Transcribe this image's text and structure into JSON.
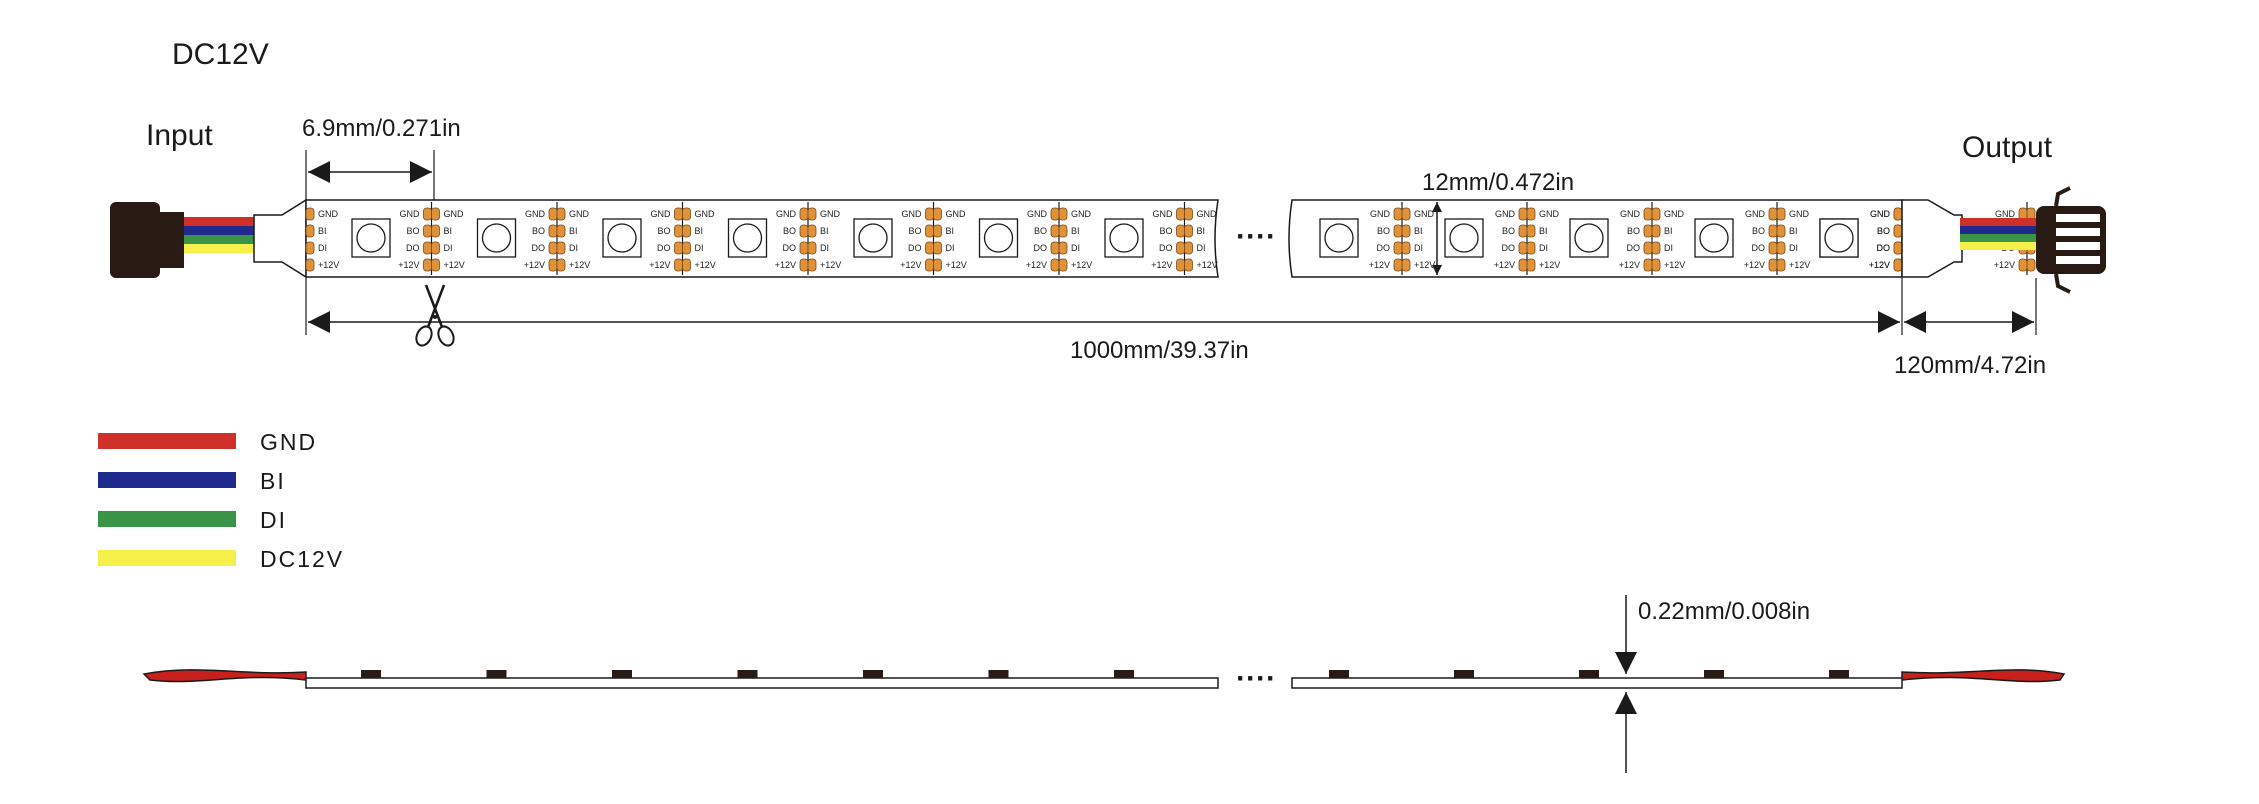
{
  "title": "DC12V",
  "input_label": "Input",
  "output_label": "Output",
  "dimensions": {
    "cut_pitch": "6.9mm/0.271in",
    "width": "12mm/0.472in",
    "length": "1000mm/39.37in",
    "lead_wire": "120mm/4.72in",
    "thickness": "0.22mm/0.008in"
  },
  "ellipsis": "····",
  "pad_labels": {
    "left_side": [
      "GND",
      "BI",
      "DI",
      "+12V"
    ],
    "right_side": [
      "GND",
      "BO",
      "DO",
      "+12V"
    ]
  },
  "legend": [
    {
      "label": "GND",
      "color": "#d0302a"
    },
    {
      "label": "BI",
      "color": "#1f2a8c"
    },
    {
      "label": "DI",
      "color": "#3a9448"
    },
    {
      "label": "DC12V",
      "color": "#f6f04a"
    }
  ],
  "colors": {
    "pad": "#e0923a",
    "pad_stroke": "#7a4a14",
    "outline": "#1a1a1a",
    "connector": "#2a1a14",
    "side_wire": "#c8201c"
  },
  "icons": {
    "cut_mark": "scissors-icon"
  }
}
